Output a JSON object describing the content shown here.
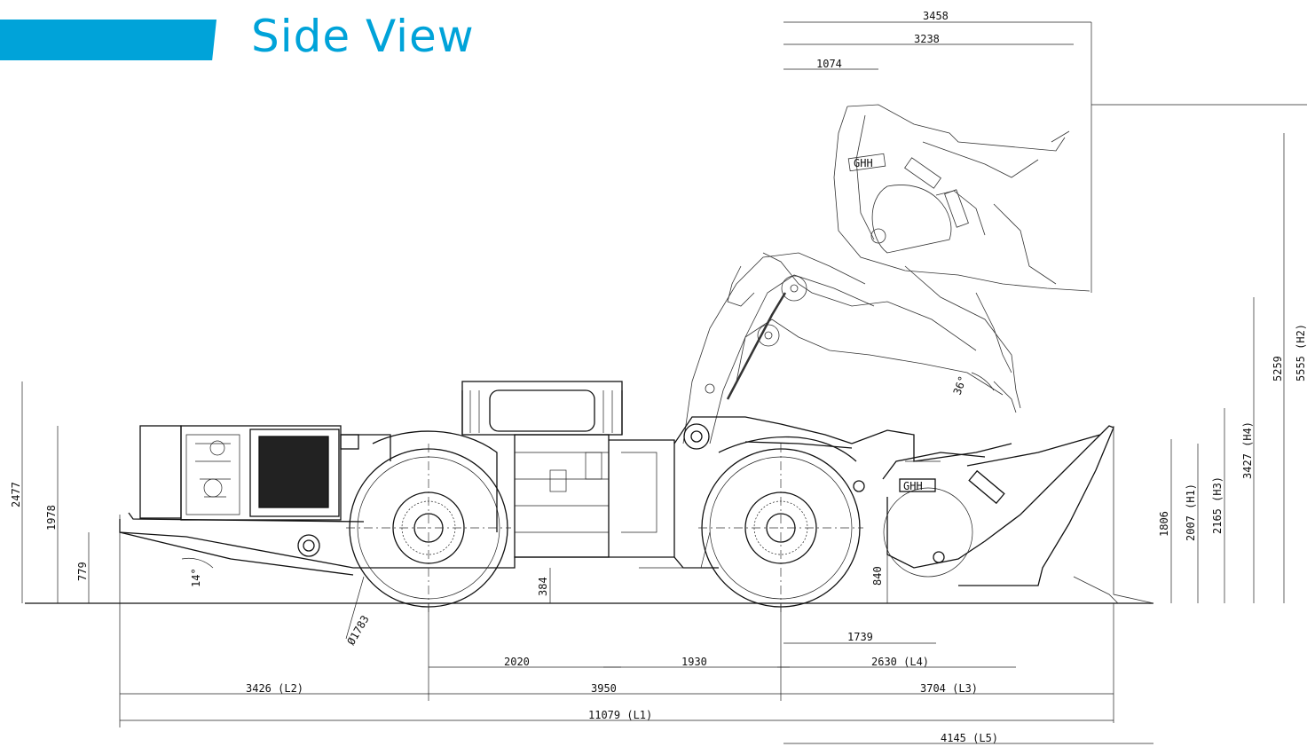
{
  "title": "Side View",
  "colors": {
    "accent": "#00a3d9",
    "line": "#111111"
  },
  "dimensions": {
    "top_3458": "3458",
    "top_3238": "3238",
    "top_1074": "1074",
    "h_2477": "2477",
    "h_1978": "1978",
    "h_779": "779",
    "angle_14": "14°",
    "wheel_dia": "Ø1783",
    "clear_384": "384",
    "h_840": "840",
    "angle_36": "36°",
    "h1": "1806",
    "h_2007": "2007 (H1)",
    "h_2165": "2165 (H3)",
    "h_3427": "3427 (H4)",
    "h_5259": "5259",
    "h_5555": "5555 (H2)",
    "l_1739": "1739",
    "l_2020": "2020",
    "l_1930": "1930",
    "l4": "2630 (L4)",
    "l2": "3426 (L2)",
    "l_3950": "3950",
    "l3": "3704 (L3)",
    "l1": "11079 (L1)",
    "l5": "4145 (L5)"
  },
  "logos": {
    "bucket_raised": "GHH",
    "bucket_lowered": "GHH"
  }
}
